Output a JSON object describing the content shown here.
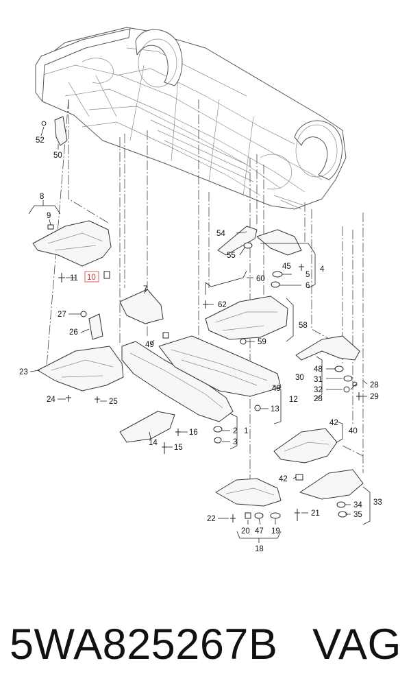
{
  "caption": {
    "part_number": "5WA825267B",
    "brand": "VAG"
  },
  "callouts": {
    "c1": "1",
    "c2": "2",
    "c3": "3",
    "c4": "4",
    "c5": "5",
    "c6": "6",
    "c7": "7",
    "c8": "8",
    "c9": "9",
    "c10": "10",
    "c11": "11",
    "c12": "12",
    "c13": "13",
    "c14": "14",
    "c15": "15",
    "c16": "16",
    "c18": "18",
    "c19": "19",
    "c20": "20",
    "c21": "21",
    "c22": "22",
    "c23": "23",
    "c24": "24",
    "c25": "25",
    "c26": "26",
    "c27": "27",
    "c28a": "28",
    "c28b": "28",
    "c29": "29",
    "c30": "30",
    "c31": "31",
    "c32": "32",
    "c33": "33",
    "c34": "34",
    "c35": "35",
    "c40": "40",
    "c42a": "42",
    "c42b": "42",
    "c45": "45",
    "c47": "47",
    "c48": "48",
    "c49a": "49",
    "c49b": "49",
    "c50": "50",
    "c52": "52",
    "c54": "54",
    "c55": "55",
    "c58": "58",
    "c59": "59",
    "c60": "60",
    "c62": "62"
  },
  "highlight": {
    "callout": "10",
    "color": "#e05a5a"
  }
}
